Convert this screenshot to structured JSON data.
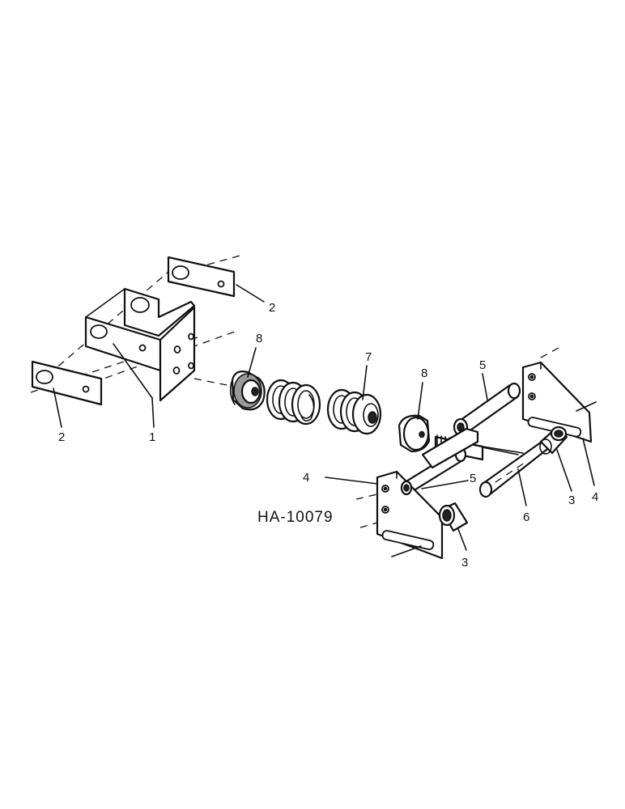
{
  "diagram": {
    "drawing_number": "HA-10079",
    "callouts": {
      "c1": "1",
      "c2a": "2",
      "c2b": "2",
      "c3a": "3",
      "c3b": "3",
      "c4a": "4",
      "c4b": "4",
      "c5a": "5",
      "c5b": "5",
      "c6": "6",
      "c7": "7",
      "c8a": "8",
      "c8b": "8"
    },
    "colors": {
      "line": "#111111",
      "background": "#ffffff"
    }
  }
}
